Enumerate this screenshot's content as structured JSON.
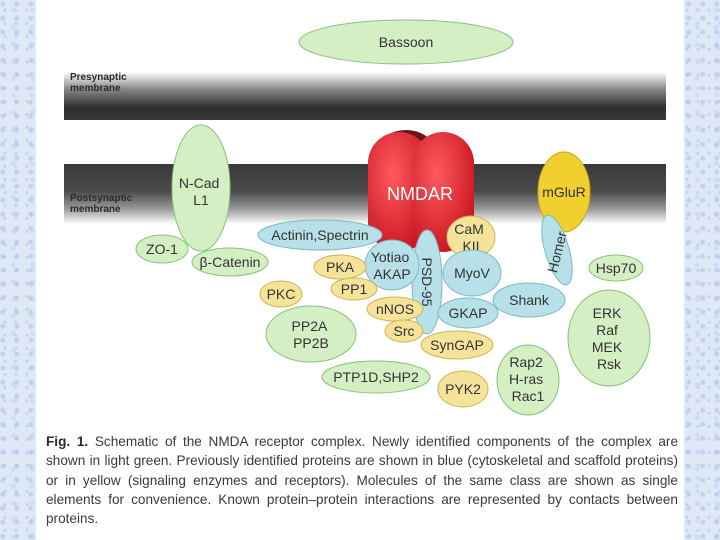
{
  "membranes": {
    "presynaptic": [
      "Presynaptic",
      "membrane"
    ],
    "postsynaptic": [
      "Postsynaptic",
      "membrane"
    ]
  },
  "colors": {
    "light_green": "#d5efc4",
    "blue": "#b7e0e8",
    "yellow": "#f5e39a",
    "receptor_red": "#e02a36",
    "homer_yellow": "#f0cf2f"
  },
  "proteins": {
    "bassoon": "Bassoon",
    "ncad": [
      "N-Cad",
      "L1"
    ],
    "nmdar": "NMDAR",
    "mglur": "mGluR",
    "zo1": "ZO-1",
    "catenin": "β-Catenin",
    "actinin": "Actinin,Spectrin",
    "camkii": [
      "CaM",
      "KII"
    ],
    "homer": "Homer",
    "yotiao": [
      "Yotiao",
      "AKAP"
    ],
    "psd95": "PSD-95",
    "pka": "PKA",
    "pp1": "PP1",
    "myov": "MyoV",
    "hsp70": "Hsp70",
    "pkc": "PKC",
    "shank": "Shank",
    "erk": [
      "ERK",
      "Raf",
      "MEK",
      "Rsk"
    ],
    "nnos": "nNOS",
    "gkap": "GKAP",
    "pp2": [
      "PP2A",
      "PP2B"
    ],
    "src": "Src",
    "syngap": "SynGAP",
    "rap2": [
      "Rap2",
      "H-ras",
      "Rac1"
    ],
    "ptp": "PTP1D,SHP2",
    "pyk2": "PYK2"
  },
  "caption": {
    "label": "Fig. 1.",
    "text": "Schematic of the NMDA receptor complex. Newly identified components of the complex are shown in light green. Previously identified proteins are shown in blue (cytoskeletal and scaffold proteins) or in yellow (signaling enzymes and receptors). Molecules of the same class are shown as single elements for convenience. Known protein–protein interactions are represented by contacts between proteins."
  }
}
